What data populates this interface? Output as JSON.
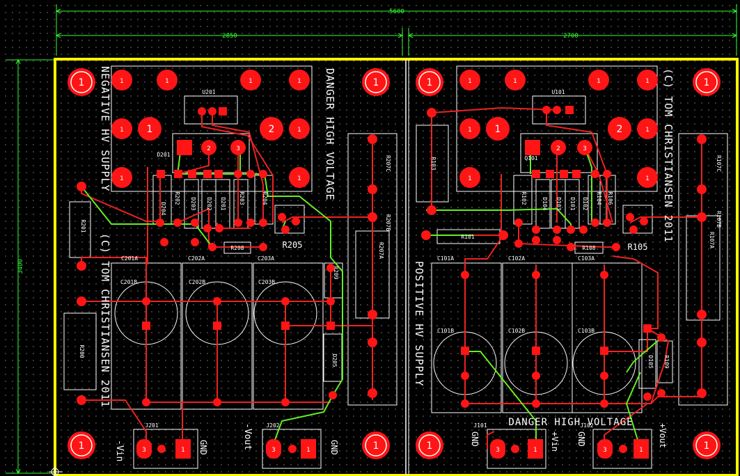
{
  "dimensions": {
    "total_width": "5600",
    "left_width": "2850",
    "right_width": "2700",
    "height": "3400"
  },
  "left_board": {
    "title": "NEGATIVE HV SUPPLY",
    "copyright": "(C) TOM CHRISTIANSEN 2011",
    "warning": "DANGER HIGH VOLTAGE",
    "components": [
      "U201",
      "D201",
      "R201",
      "R200",
      "R202",
      "D204",
      "D203",
      "D202",
      "D201",
      "R203",
      "R204",
      "R205",
      "R208",
      "R209",
      "D205",
      "R207C",
      "R207B",
      "R207A",
      "C201A",
      "C202A",
      "C203A",
      "C201B",
      "C202B",
      "C203B",
      "J201",
      "J202"
    ],
    "j201_labels": {
      "left": "-Vin",
      "right": "GND"
    },
    "j202_labels": {
      "left": "-Vout",
      "right": "GND"
    }
  },
  "right_board": {
    "title": "POSITIVE HV SUPPLY",
    "copyright": "(C) TOM CHRISTIANSEN 2011",
    "warning": "DANGER HIGH VOLTAGE",
    "components": [
      "U101",
      "Q101",
      "R103",
      "R101",
      "R102",
      "D104",
      "D103",
      "D101",
      "D102",
      "R104",
      "R106",
      "R105",
      "R108",
      "R107C",
      "R107B",
      "R107A",
      "C101A",
      "C102A",
      "C103A",
      "C101B",
      "C102B",
      "C103B",
      "D105",
      "R109",
      "J101",
      "J102"
    ],
    "j101_labels": {
      "left": "GND",
      "right": "+Vin"
    },
    "j102_labels": {
      "left": "GND",
      "right": "+Vout"
    }
  },
  "pad_labels": {
    "one": "1",
    "two": "2",
    "three": "3"
  },
  "colors": {
    "board_outline": "#ffff00",
    "pad": "#ff1515",
    "top_trace": "#ee2222",
    "bottom_trace": "#66ee22",
    "dimension": "#33ff33",
    "silkscreen": "#ffffff"
  }
}
